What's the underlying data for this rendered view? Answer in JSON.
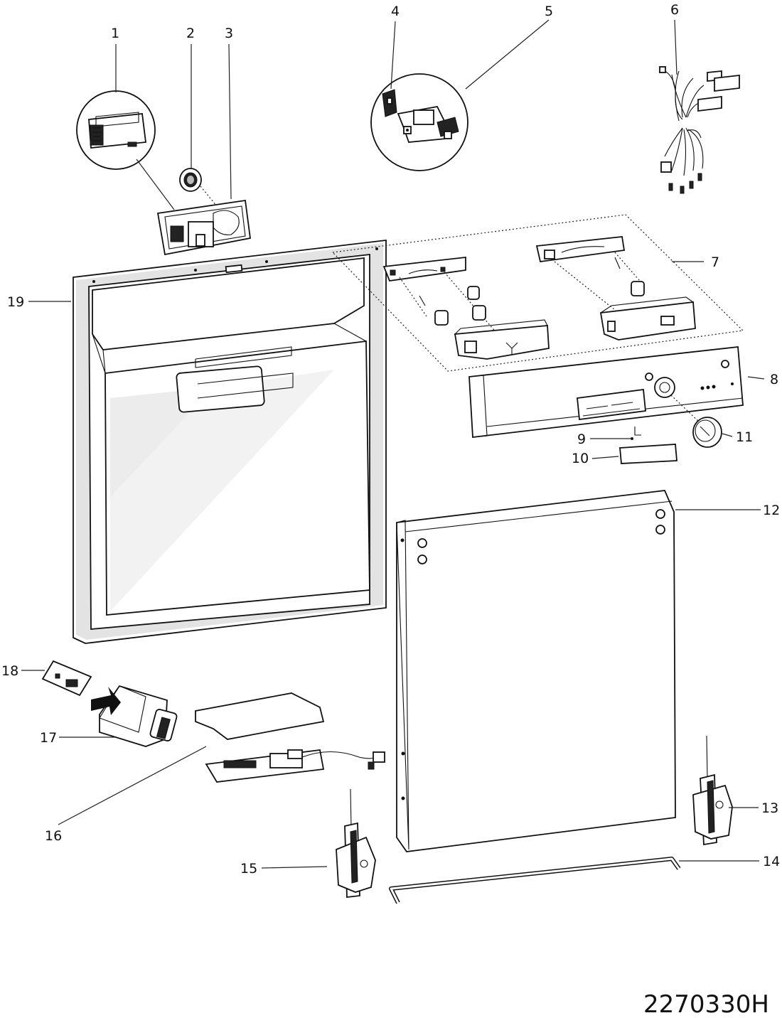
{
  "drawing_code": "2270330H",
  "callouts": [
    {
      "id": "c1",
      "text": "1"
    },
    {
      "id": "c2",
      "text": "2"
    },
    {
      "id": "c3",
      "text": "3"
    },
    {
      "id": "c4",
      "text": "4"
    },
    {
      "id": "c5",
      "text": "5"
    },
    {
      "id": "c6",
      "text": "6"
    },
    {
      "id": "c7",
      "text": "7"
    },
    {
      "id": "c8",
      "text": "8"
    },
    {
      "id": "c9",
      "text": "9"
    },
    {
      "id": "c10",
      "text": "10"
    },
    {
      "id": "c11",
      "text": "11"
    },
    {
      "id": "c12",
      "text": "12"
    },
    {
      "id": "c13",
      "text": "13"
    },
    {
      "id": "c14",
      "text": "14"
    },
    {
      "id": "c15",
      "text": "15"
    },
    {
      "id": "c16",
      "text": "16"
    },
    {
      "id": "c17",
      "text": "17"
    },
    {
      "id": "c18",
      "text": "18"
    },
    {
      "id": "c19",
      "text": "19"
    }
  ]
}
